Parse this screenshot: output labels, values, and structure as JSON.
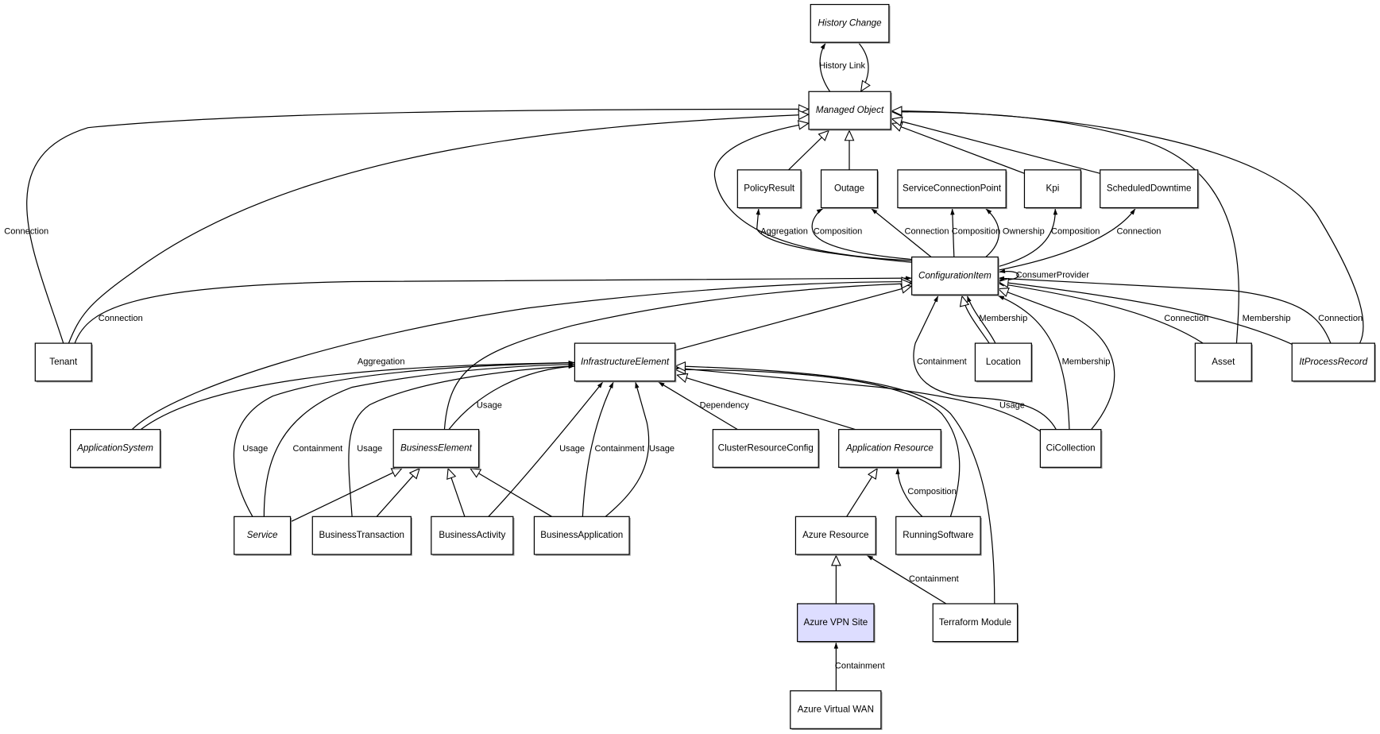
{
  "diagram": {
    "highlight_color": "#ddddff",
    "nodes": [
      {
        "id": "history_change",
        "label": "History Change",
        "italic": true
      },
      {
        "id": "managed_object",
        "label": "Managed Object",
        "italic": true
      },
      {
        "id": "policy_result",
        "label": "PolicyResult",
        "italic": false
      },
      {
        "id": "outage",
        "label": "Outage",
        "italic": false
      },
      {
        "id": "service_connection_point",
        "label": "ServiceConnectionPoint",
        "italic": false
      },
      {
        "id": "kpi",
        "label": "Kpi",
        "italic": false
      },
      {
        "id": "scheduled_downtime",
        "label": "ScheduledDowntime",
        "italic": false
      },
      {
        "id": "configuration_item",
        "label": "ConfigurationItem",
        "italic": true
      },
      {
        "id": "tenant",
        "label": "Tenant",
        "italic": false
      },
      {
        "id": "infrastructure_element",
        "label": "InfrastructureElement",
        "italic": true
      },
      {
        "id": "location",
        "label": "Location",
        "italic": false
      },
      {
        "id": "asset",
        "label": "Asset",
        "italic": false
      },
      {
        "id": "it_process_record",
        "label": "ItProcessRecord",
        "italic": true
      },
      {
        "id": "application_system",
        "label": "ApplicationSystem",
        "italic": true
      },
      {
        "id": "business_element",
        "label": "BusinessElement",
        "italic": true
      },
      {
        "id": "cluster_resource_config",
        "label": "ClusterResourceConfig",
        "italic": false
      },
      {
        "id": "application_resource",
        "label": "Application Resource",
        "italic": true
      },
      {
        "id": "ci_collection",
        "label": "CiCollection",
        "italic": false
      },
      {
        "id": "service",
        "label": "Service",
        "italic": true
      },
      {
        "id": "business_transaction",
        "label": "BusinessTransaction",
        "italic": false
      },
      {
        "id": "business_activity",
        "label": "BusinessActivity",
        "italic": false
      },
      {
        "id": "business_application",
        "label": "BusinessApplication",
        "italic": false
      },
      {
        "id": "azure_resource",
        "label": "Azure Resource",
        "italic": false
      },
      {
        "id": "running_software",
        "label": "RunningSoftware",
        "italic": false
      },
      {
        "id": "azure_vpn_site",
        "label": "Azure VPN Site",
        "italic": false,
        "highlighted": true
      },
      {
        "id": "terraform_module",
        "label": "Terraform Module",
        "italic": false
      },
      {
        "id": "azure_virtual_wan",
        "label": "Azure Virtual WAN",
        "italic": false
      }
    ],
    "edges": [
      {
        "from": "managed_object",
        "to": "history_change",
        "label": "History Link",
        "arrow": "filled"
      },
      {
        "from": "history_change",
        "to": "managed_object",
        "label": "",
        "arrow": "hollow"
      },
      {
        "from": "tenant",
        "to": "managed_object",
        "label": "Connection",
        "arrow": "hollow"
      },
      {
        "from": "tenant",
        "to": "managed_object",
        "label": "",
        "arrow": "hollow"
      },
      {
        "from": "tenant",
        "to": "configuration_item",
        "label": "Connection",
        "arrow": "filled"
      },
      {
        "from": "policy_result",
        "to": "managed_object",
        "label": "",
        "arrow": "hollow"
      },
      {
        "from": "outage",
        "to": "managed_object",
        "label": "",
        "arrow": "hollow"
      },
      {
        "from": "kpi",
        "to": "managed_object",
        "label": "",
        "arrow": "hollow"
      },
      {
        "from": "scheduled_downtime",
        "to": "managed_object",
        "label": "",
        "arrow": "hollow"
      },
      {
        "from": "asset",
        "to": "managed_object",
        "label": "",
        "arrow": "hollow"
      },
      {
        "from": "it_process_record",
        "to": "managed_object",
        "label": "",
        "arrow": "hollow"
      },
      {
        "from": "configuration_item",
        "to": "managed_object",
        "label": "",
        "arrow": "hollow"
      },
      {
        "from": "configuration_item",
        "to": "policy_result",
        "label": "Aggregation",
        "arrow": "filled"
      },
      {
        "from": "configuration_item",
        "to": "outage",
        "label": "Composition",
        "arrow": "filled"
      },
      {
        "from": "configuration_item",
        "to": "outage",
        "label": "Connection",
        "arrow": "filled"
      },
      {
        "from": "configuration_item",
        "to": "service_connection_point",
        "label": "Composition",
        "arrow": "filled"
      },
      {
        "from": "configuration_item",
        "to": "service_connection_point",
        "label": "Ownership",
        "arrow": "filled"
      },
      {
        "from": "configuration_item",
        "to": "kpi",
        "label": "Composition",
        "arrow": "filled"
      },
      {
        "from": "configuration_item",
        "to": "scheduled_downtime",
        "label": "Connection",
        "arrow": "filled"
      },
      {
        "from": "configuration_item",
        "to": "configuration_item",
        "label": "ConsumerProvider",
        "arrow": "filled"
      },
      {
        "from": "infrastructure_element",
        "to": "configuration_item",
        "label": "",
        "arrow": "hollow"
      },
      {
        "from": "application_system",
        "to": "configuration_item",
        "label": "",
        "arrow": "hollow"
      },
      {
        "from": "application_system",
        "to": "infrastructure_element",
        "label": "Aggregation",
        "arrow": "filled"
      },
      {
        "from": "business_element",
        "to": "configuration_item",
        "label": "",
        "arrow": "hollow"
      },
      {
        "from": "business_element",
        "to": "infrastructure_element",
        "label": "Usage",
        "arrow": "filled"
      },
      {
        "from": "service",
        "to": "infrastructure_element",
        "label": "Usage",
        "arrow": "filled"
      },
      {
        "from": "service",
        "to": "infrastructure_element",
        "label": "Containment",
        "arrow": "filled"
      },
      {
        "from": "business_transaction",
        "to": "infrastructure_element",
        "label": "Usage",
        "arrow": "filled"
      },
      {
        "from": "business_activity",
        "to": "infrastructure_element",
        "label": "Usage",
        "arrow": "filled"
      },
      {
        "from": "business_application",
        "to": "infrastructure_element",
        "label": "Containment",
        "arrow": "filled"
      },
      {
        "from": "business_application",
        "to": "infrastructure_element",
        "label": "Usage",
        "arrow": "filled"
      },
      {
        "from": "service",
        "to": "business_element",
        "label": "",
        "arrow": "hollow"
      },
      {
        "from": "business_transaction",
        "to": "business_element",
        "label": "",
        "arrow": "hollow"
      },
      {
        "from": "business_activity",
        "to": "business_element",
        "label": "",
        "arrow": "hollow"
      },
      {
        "from": "business_application",
        "to": "business_element",
        "label": "",
        "arrow": "hollow"
      },
      {
        "from": "cluster_resource_config",
        "to": "infrastructure_element",
        "label": "Dependency",
        "arrow": "filled"
      },
      {
        "from": "application_resource",
        "to": "infrastructure_element",
        "label": "",
        "arrow": "hollow"
      },
      {
        "from": "ci_collection",
        "to": "infrastructure_element",
        "label": "Usage",
        "arrow": "filled"
      },
      {
        "from": "ci_collection",
        "to": "configuration_item",
        "label": "Containment",
        "arrow": "filled"
      },
      {
        "from": "ci_collection",
        "to": "configuration_item",
        "label": "Membership",
        "arrow": "filled"
      },
      {
        "from": "ci_collection",
        "to": "configuration_item",
        "label": "",
        "arrow": "hollow"
      },
      {
        "from": "location",
        "to": "configuration_item",
        "label": "",
        "arrow": "hollow"
      },
      {
        "from": "location",
        "to": "configuration_item",
        "label": "Membership",
        "arrow": "filled"
      },
      {
        "from": "asset",
        "to": "configuration_item",
        "label": "Connection",
        "arrow": "filled"
      },
      {
        "from": "it_process_record",
        "to": "configuration_item",
        "label": "Membership",
        "arrow": "hollow"
      },
      {
        "from": "it_process_record",
        "to": "configuration_item",
        "label": "Connection",
        "arrow": "filled"
      },
      {
        "from": "running_software",
        "to": "application_resource",
        "label": "Composition",
        "arrow": "filled"
      },
      {
        "from": "running_software",
        "to": "infrastructure_element",
        "label": "",
        "arrow": "hollow"
      },
      {
        "from": "azure_resource",
        "to": "application_resource",
        "label": "",
        "arrow": "hollow"
      },
      {
        "from": "terraform_module",
        "to": "infrastructure_element",
        "label": "",
        "arrow": "hollow"
      },
      {
        "from": "terraform_module",
        "to": "azure_resource",
        "label": "Containment",
        "arrow": "filled"
      },
      {
        "from": "azure_vpn_site",
        "to": "azure_resource",
        "label": "",
        "arrow": "hollow"
      },
      {
        "from": "azure_virtual_wan",
        "to": "azure_vpn_site",
        "label": "Containment",
        "arrow": "filled"
      }
    ]
  }
}
